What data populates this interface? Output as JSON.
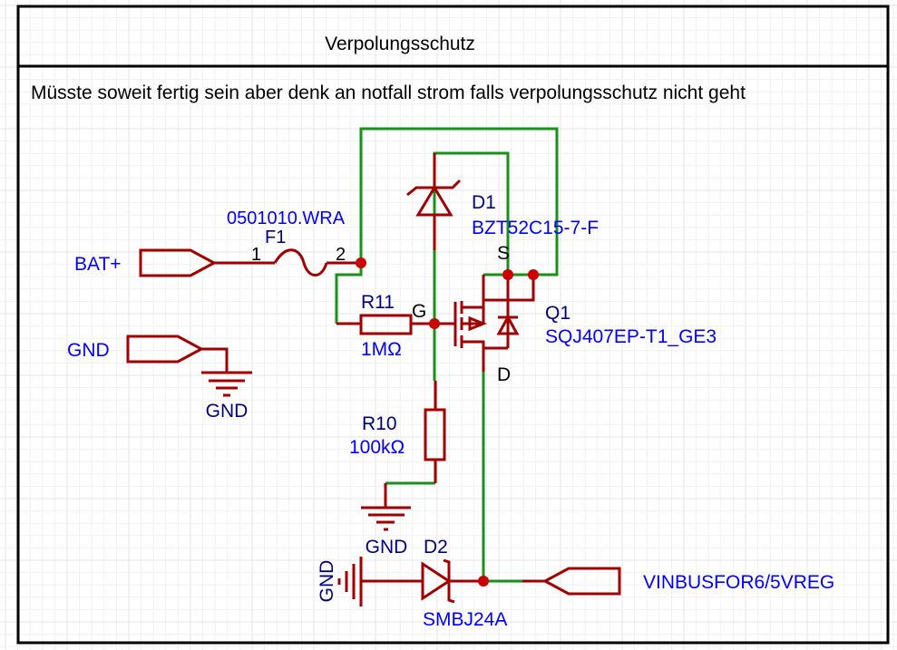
{
  "sheet": {
    "title": "Verpolungsschutz",
    "note": "Müsste soweit fertig sein aber denk an notfall strom falls verpolungsschutz nicht geht"
  },
  "colors": {
    "component": "#a00000",
    "wire": "#1a8f1a",
    "junction": "#cc0000",
    "designator": "#00007f",
    "value": "#0000ff",
    "pin_label": "#000000",
    "grid": "#ececec"
  },
  "ports": {
    "bat_plus": "BAT+",
    "gnd": "GND",
    "vinbus": "VINBUSFOR6/5VREG"
  },
  "components": {
    "f1": {
      "designator": "F1",
      "value": "0501010.WRA",
      "pin1": "1",
      "pin2": "2"
    },
    "d1": {
      "designator": "D1",
      "value": "BZT52C15-7-F"
    },
    "r11": {
      "designator": "R11",
      "value": "1MΩ"
    },
    "r10": {
      "designator": "R10",
      "value": "100kΩ"
    },
    "q1": {
      "designator": "Q1",
      "value": "SQJ407EP-T1_GE3",
      "pin_g": "G",
      "pin_s": "S",
      "pin_d": "D"
    },
    "d2": {
      "designator": "D2",
      "value": "SMBJ24A"
    }
  },
  "grounds": {
    "gnd1": "GND",
    "gnd2": "GND",
    "gnd3": "GND"
  }
}
